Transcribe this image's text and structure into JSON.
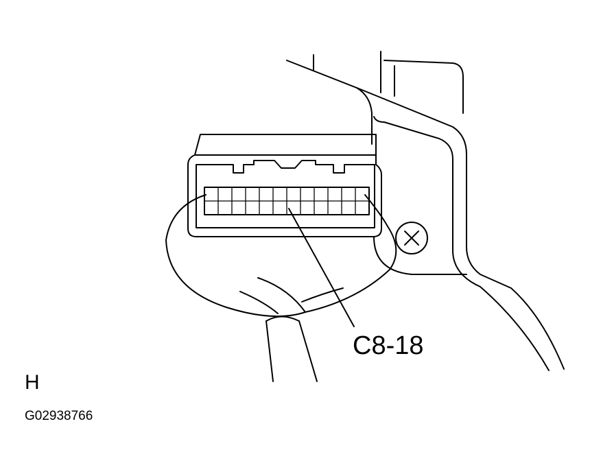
{
  "callout": {
    "label": "C8-18"
  },
  "view_letter": "H",
  "figure_code": "G02938766",
  "icons": {
    "clip": "x-marked-clip-icon"
  },
  "colors": {
    "ink": "#000000",
    "paper": "#ffffff"
  }
}
